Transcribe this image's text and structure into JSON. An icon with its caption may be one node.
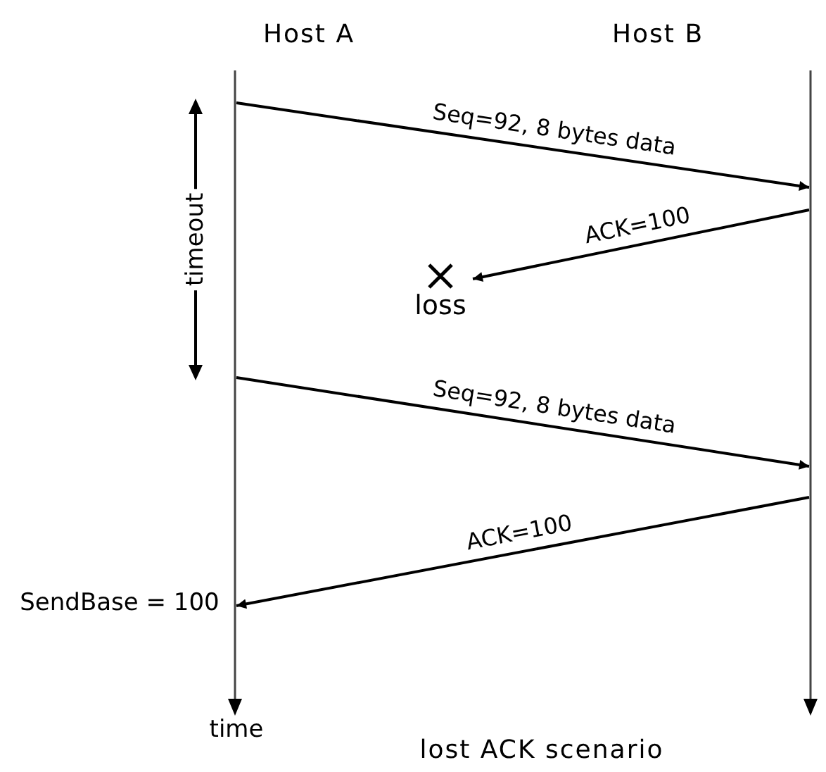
{
  "diagram": {
    "caption": "lost ACK scenario",
    "nodes": [
      {
        "text": [
          "Host A"
        ]
      },
      {
        "text": [
          "Host B"
        ]
      },
      {
        "text": [
          "loss"
        ]
      }
    ],
    "edges": [
      {
        "from": 0,
        "to": 1,
        "arrow": "to",
        "label": "Seq=92, 8 bytes data"
      },
      {
        "from": 1,
        "to": 2,
        "arrow": "to",
        "label": "ACK=100"
      },
      {
        "from": 0,
        "to": 1,
        "arrow": "to",
        "label": "Seq=92, 8 bytes data"
      },
      {
        "from": 1,
        "to": 0,
        "arrow": "to",
        "label": "ACK=100"
      }
    ],
    "labels": [
      "timeout",
      "SendBase = 100",
      "time"
    ]
  }
}
